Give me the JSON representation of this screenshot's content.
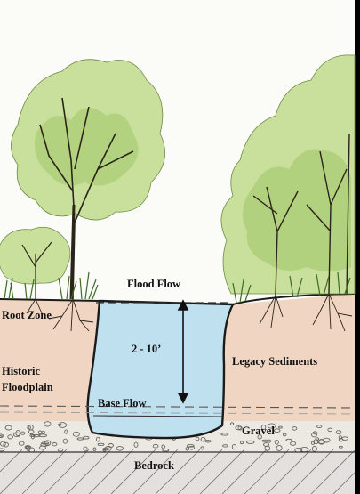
{
  "labels": {
    "flood_flow": "Flood Flow",
    "root_zone": "Root Zone",
    "depth": "2 - 10’",
    "legacy_sediments": "Legacy Sediments",
    "historic_floodplain_line1": "Historic",
    "historic_floodplain_line2": "Floodplain",
    "base_flow": "Base Flow",
    "gravel": "Gravel",
    "bedrock": "Bedrock"
  },
  "colors": {
    "sky": "#fbfbf8",
    "sediment": "#f0d6c2",
    "water": "#bfe0ef",
    "gravel": "#ece8e2",
    "bedrock": "#e3e0dd",
    "tree_foliage": "#c9df9c",
    "tree_foliage_dark": "#9fc66b",
    "outline": "#1b1b1b"
  }
}
